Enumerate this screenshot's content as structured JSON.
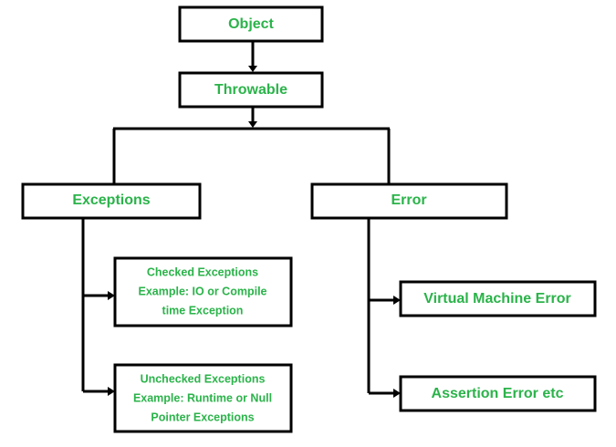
{
  "colors": {
    "text": "#2bb34a",
    "box_border": "#000000",
    "connector": "#000000",
    "background": "#ffffff"
  },
  "nodes": {
    "object": {
      "label": "Object"
    },
    "throwable": {
      "label": "Throwable"
    },
    "exceptions": {
      "label": "Exceptions"
    },
    "error": {
      "label": "Error"
    },
    "checked": {
      "lines": [
        "Checked Exceptions",
        "Example: IO or Compile",
        "time Exception"
      ]
    },
    "unchecked": {
      "lines": [
        "Unchecked Exceptions",
        "Example: Runtime or Null",
        "Pointer Exceptions"
      ]
    },
    "vm_error": {
      "label": "Virtual Machine Error"
    },
    "assertion_error": {
      "label": "Assertion Error etc"
    }
  }
}
